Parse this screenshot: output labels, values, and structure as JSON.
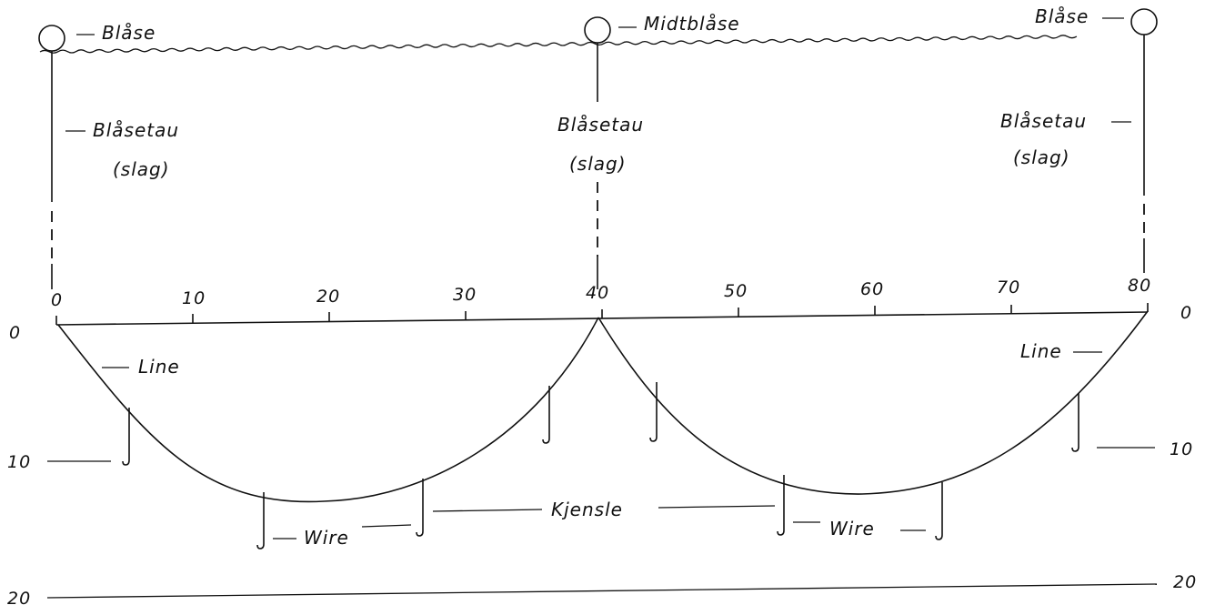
{
  "labels": {
    "blase_left": "Blåse",
    "blase_mid": "Midtblåse",
    "blase_right": "Blåse",
    "blasetau": "Blåsetau",
    "slag": "(slag)",
    "line": "Line",
    "wire": "Wire",
    "kjensle": "Kjensle"
  },
  "scale": {
    "ticks": [
      "0",
      "10",
      "20",
      "30",
      "40",
      "50",
      "60",
      "70",
      "80"
    ]
  },
  "depth": {
    "zero": "0",
    "ten": "10",
    "twenty": "20"
  }
}
